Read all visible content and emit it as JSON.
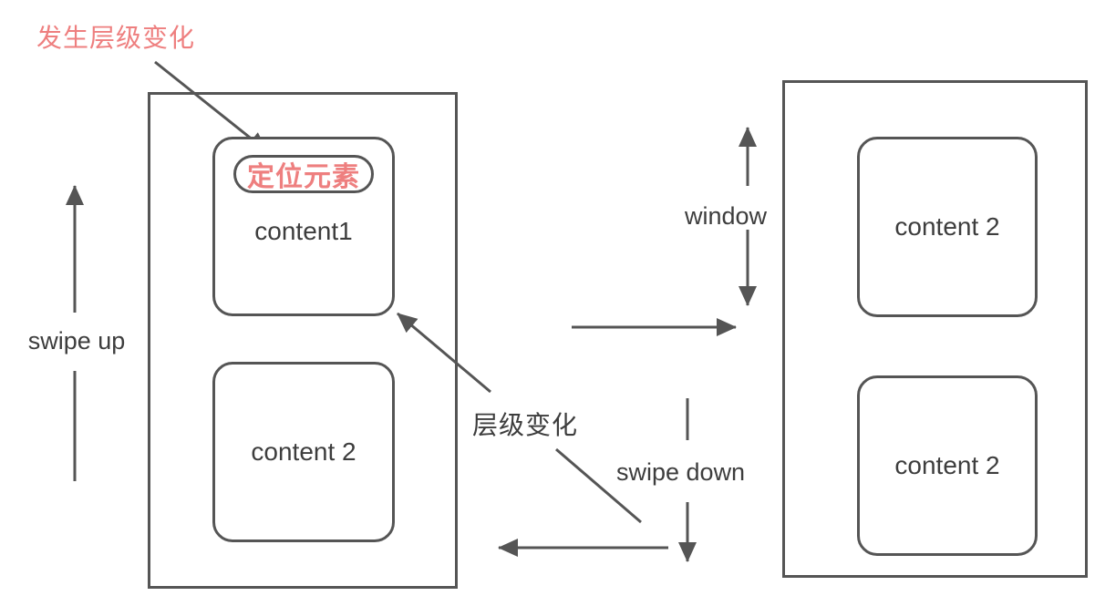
{
  "diagram": {
    "annotation_title": "发生层级变化",
    "positioned_element_badge": "定位元素",
    "level_change_label": "层级变化",
    "swipe_up_label": "swipe up",
    "swipe_down_label": "swipe down",
    "window_label": "window",
    "left_screen": {
      "content1_label": "content1",
      "content2_label": "content 2"
    },
    "right_screen": {
      "top_content_label": "content 2",
      "bottom_content_label": "content 2"
    },
    "colors": {
      "accent_pink": "#ee7f7f",
      "line_gray": "#555555",
      "text_dark": "#3d3d3d"
    }
  }
}
